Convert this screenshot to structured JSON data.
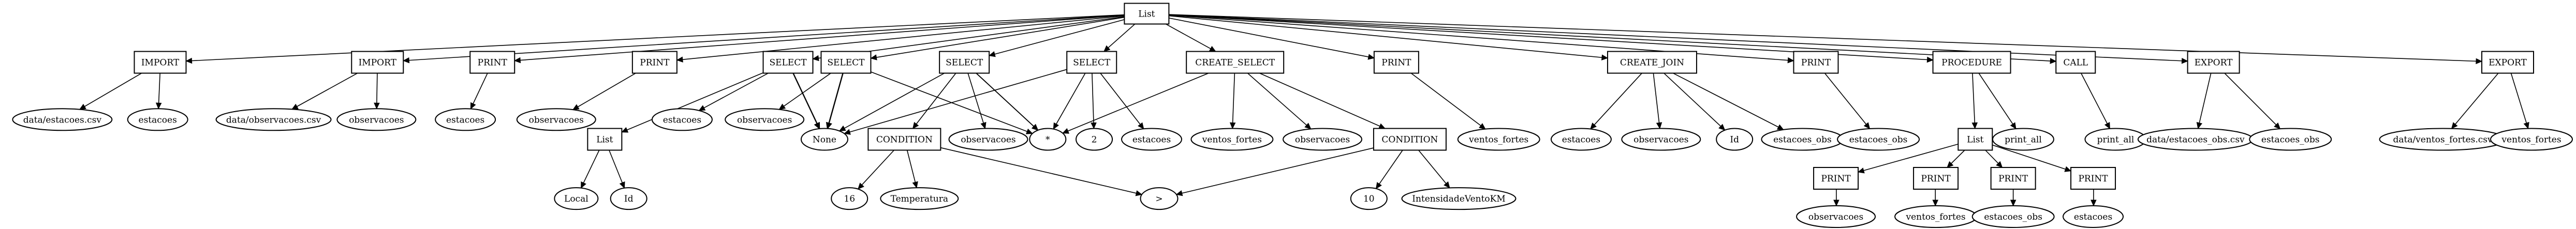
{
  "nodes": [
    {
      "id": "root",
      "shape": "box",
      "label": "List"
    },
    {
      "id": "import1",
      "shape": "box",
      "label": "IMPORT"
    },
    {
      "id": "import2",
      "shape": "box",
      "label": "IMPORT"
    },
    {
      "id": "print1",
      "shape": "box",
      "label": "PRINT"
    },
    {
      "id": "print2",
      "shape": "box",
      "label": "PRINT"
    },
    {
      "id": "select1",
      "shape": "box",
      "label": "SELECT"
    },
    {
      "id": "select2",
      "shape": "box",
      "label": "SELECT"
    },
    {
      "id": "select3",
      "shape": "box",
      "label": "SELECT"
    },
    {
      "id": "select4",
      "shape": "box",
      "label": "SELECT"
    },
    {
      "id": "createselect",
      "shape": "box",
      "label": "CREATE_SELECT"
    },
    {
      "id": "print3",
      "shape": "box",
      "label": "PRINT"
    },
    {
      "id": "createjoin",
      "shape": "box",
      "label": "CREATE_JOIN"
    },
    {
      "id": "print4",
      "shape": "box",
      "label": "PRINT"
    },
    {
      "id": "procedure",
      "shape": "box",
      "label": "PROCEDURE"
    },
    {
      "id": "call",
      "shape": "box",
      "label": "CALL"
    },
    {
      "id": "export1",
      "shape": "box",
      "label": "EXPORT"
    },
    {
      "id": "export2",
      "shape": "box",
      "label": "EXPORT"
    },
    {
      "id": "f_estacoes_csv",
      "shape": "ellipse",
      "label": "data/estacoes.csv"
    },
    {
      "id": "t_estacoes1",
      "shape": "ellipse",
      "label": "estacoes"
    },
    {
      "id": "f_observacoes_csv",
      "shape": "ellipse",
      "label": "data/observacoes.csv"
    },
    {
      "id": "t_observacoes1",
      "shape": "ellipse",
      "label": "observacoes"
    },
    {
      "id": "t_estacoes2",
      "shape": "ellipse",
      "label": "estacoes"
    },
    {
      "id": "t_observacoes2",
      "shape": "ellipse",
      "label": "observacoes"
    },
    {
      "id": "list1",
      "shape": "box",
      "label": "List"
    },
    {
      "id": "c_local",
      "shape": "ellipse",
      "label": "Local"
    },
    {
      "id": "c_id1",
      "shape": "ellipse",
      "label": "Id"
    },
    {
      "id": "t_estacoes3",
      "shape": "ellipse",
      "label": "estacoes"
    },
    {
      "id": "t_observacoes3",
      "shape": "ellipse",
      "label": "observacoes"
    },
    {
      "id": "v_none",
      "shape": "ellipse",
      "label": "None"
    },
    {
      "id": "condition1",
      "shape": "box",
      "label": "CONDITION"
    },
    {
      "id": "v_16",
      "shape": "ellipse",
      "label": "16"
    },
    {
      "id": "c_temperatura",
      "shape": "ellipse",
      "label": "Temperatura"
    },
    {
      "id": "op_gt",
      "shape": "ellipse",
      "label": ">"
    },
    {
      "id": "t_observacoes4",
      "shape": "ellipse",
      "label": "observacoes"
    },
    {
      "id": "v_star",
      "shape": "ellipse",
      "label": "*"
    },
    {
      "id": "v_2",
      "shape": "ellipse",
      "label": "2"
    },
    {
      "id": "t_estacoes4",
      "shape": "ellipse",
      "label": "estacoes"
    },
    {
      "id": "t_ventos_fortes1",
      "shape": "ellipse",
      "label": "ventos_fortes"
    },
    {
      "id": "t_observacoes5",
      "shape": "ellipse",
      "label": "observacoes"
    },
    {
      "id": "condition2",
      "shape": "box",
      "label": "CONDITION"
    },
    {
      "id": "v_10",
      "shape": "ellipse",
      "label": "10"
    },
    {
      "id": "c_intensidade",
      "shape": "ellipse",
      "label": "IntensidadeVentoKM"
    },
    {
      "id": "t_ventos_fortes2",
      "shape": "ellipse",
      "label": "ventos_fortes"
    },
    {
      "id": "t_estacoes5",
      "shape": "ellipse",
      "label": "estacoes"
    },
    {
      "id": "t_observacoes6",
      "shape": "ellipse",
      "label": "observacoes"
    },
    {
      "id": "c_id2",
      "shape": "ellipse",
      "label": "Id"
    },
    {
      "id": "t_estacoes_obs1",
      "shape": "ellipse",
      "label": "estacoes_obs"
    },
    {
      "id": "t_estacoes_obs2",
      "shape": "ellipse",
      "label": "estacoes_obs"
    },
    {
      "id": "list2",
      "shape": "box",
      "label": "List"
    },
    {
      "id": "p_print_all1",
      "shape": "ellipse",
      "label": "print_all"
    },
    {
      "id": "pp1",
      "shape": "box",
      "label": "PRINT"
    },
    {
      "id": "pp2",
      "shape": "box",
      "label": "PRINT"
    },
    {
      "id": "pp3",
      "shape": "box",
      "label": "PRINT"
    },
    {
      "id": "pp4",
      "shape": "box",
      "label": "PRINT"
    },
    {
      "id": "t_observacoes7",
      "shape": "ellipse",
      "label": "observacoes"
    },
    {
      "id": "t_ventos_fortes3",
      "shape": "ellipse",
      "label": "ventos_fortes"
    },
    {
      "id": "t_estacoes_obs3",
      "shape": "ellipse",
      "label": "estacoes_obs"
    },
    {
      "id": "t_estacoes6",
      "shape": "ellipse",
      "label": "estacoes"
    },
    {
      "id": "p_print_all2",
      "shape": "ellipse",
      "label": "print_all"
    },
    {
      "id": "f_estacoes_obs_csv",
      "shape": "ellipse",
      "label": "data/estacoes_obs.csv"
    },
    {
      "id": "t_estacoes_obs4",
      "shape": "ellipse",
      "label": "estacoes_obs"
    },
    {
      "id": "f_ventos_fortes_csv",
      "shape": "ellipse",
      "label": "data/ventos_fortes.csv"
    },
    {
      "id": "t_ventos_fortes4",
      "shape": "ellipse",
      "label": "ventos_fortes"
    }
  ],
  "edges": [
    [
      "root",
      "import1"
    ],
    [
      "root",
      "import2"
    ],
    [
      "root",
      "print1"
    ],
    [
      "root",
      "print2"
    ],
    [
      "root",
      "select1"
    ],
    [
      "root",
      "select2"
    ],
    [
      "root",
      "select3"
    ],
    [
      "root",
      "select4"
    ],
    [
      "root",
      "createselect"
    ],
    [
      "root",
      "print3"
    ],
    [
      "root",
      "createjoin"
    ],
    [
      "root",
      "print4"
    ],
    [
      "root",
      "procedure"
    ],
    [
      "root",
      "call"
    ],
    [
      "root",
      "export1"
    ],
    [
      "root",
      "export2"
    ],
    [
      "import1",
      "f_estacoes_csv"
    ],
    [
      "import1",
      "t_estacoes1"
    ],
    [
      "import2",
      "f_observacoes_csv"
    ],
    [
      "import2",
      "t_observacoes1"
    ],
    [
      "print1",
      "t_estacoes2"
    ],
    [
      "print2",
      "t_observacoes2"
    ],
    [
      "select1",
      "list1"
    ],
    [
      "select1",
      "t_estacoes3"
    ],
    [
      "select1",
      "v_none"
    ],
    [
      "select1",
      "v_none"
    ],
    [
      "select1",
      "v_none"
    ],
    [
      "list1",
      "c_local"
    ],
    [
      "list1",
      "c_id1"
    ],
    [
      "select2",
      "t_observacoes3"
    ],
    [
      "select2",
      "v_none"
    ],
    [
      "select2",
      "v_none"
    ],
    [
      "select2",
      "v_none"
    ],
    [
      "select2",
      "v_star"
    ],
    [
      "select3",
      "condition1"
    ],
    [
      "select3",
      "t_observacoes4"
    ],
    [
      "select3",
      "v_none"
    ],
    [
      "select3",
      "v_star"
    ],
    [
      "select3",
      "v_star"
    ],
    [
      "condition1",
      "v_16"
    ],
    [
      "condition1",
      "c_temperatura"
    ],
    [
      "condition1",
      "op_gt"
    ],
    [
      "select4",
      "v_star"
    ],
    [
      "select4",
      "v_2"
    ],
    [
      "select4",
      "t_estacoes4"
    ],
    [
      "select4",
      "v_none"
    ],
    [
      "createselect",
      "t_ventos_fortes1"
    ],
    [
      "createselect",
      "t_observacoes5"
    ],
    [
      "createselect",
      "condition2"
    ],
    [
      "createselect",
      "v_star"
    ],
    [
      "condition2",
      "v_10"
    ],
    [
      "condition2",
      "c_intensidade"
    ],
    [
      "condition2",
      "op_gt"
    ],
    [
      "print3",
      "t_ventos_fortes2"
    ],
    [
      "createjoin",
      "t_estacoes5"
    ],
    [
      "createjoin",
      "t_observacoes6"
    ],
    [
      "createjoin",
      "c_id2"
    ],
    [
      "createjoin",
      "t_estacoes_obs1"
    ],
    [
      "print4",
      "t_estacoes_obs2"
    ],
    [
      "procedure",
      "list2"
    ],
    [
      "procedure",
      "p_print_all1"
    ],
    [
      "list2",
      "pp1"
    ],
    [
      "list2",
      "pp2"
    ],
    [
      "list2",
      "pp3"
    ],
    [
      "list2",
      "pp4"
    ],
    [
      "pp1",
      "t_observacoes7"
    ],
    [
      "pp2",
      "t_ventos_fortes3"
    ],
    [
      "pp3",
      "t_estacoes_obs3"
    ],
    [
      "pp4",
      "t_estacoes6"
    ],
    [
      "call",
      "p_print_all2"
    ],
    [
      "export1",
      "f_estacoes_obs_csv"
    ],
    [
      "export1",
      "t_estacoes_obs4"
    ],
    [
      "export2",
      "f_ventos_fortes_csv"
    ],
    [
      "export2",
      "t_ventos_fortes4"
    ]
  ]
}
